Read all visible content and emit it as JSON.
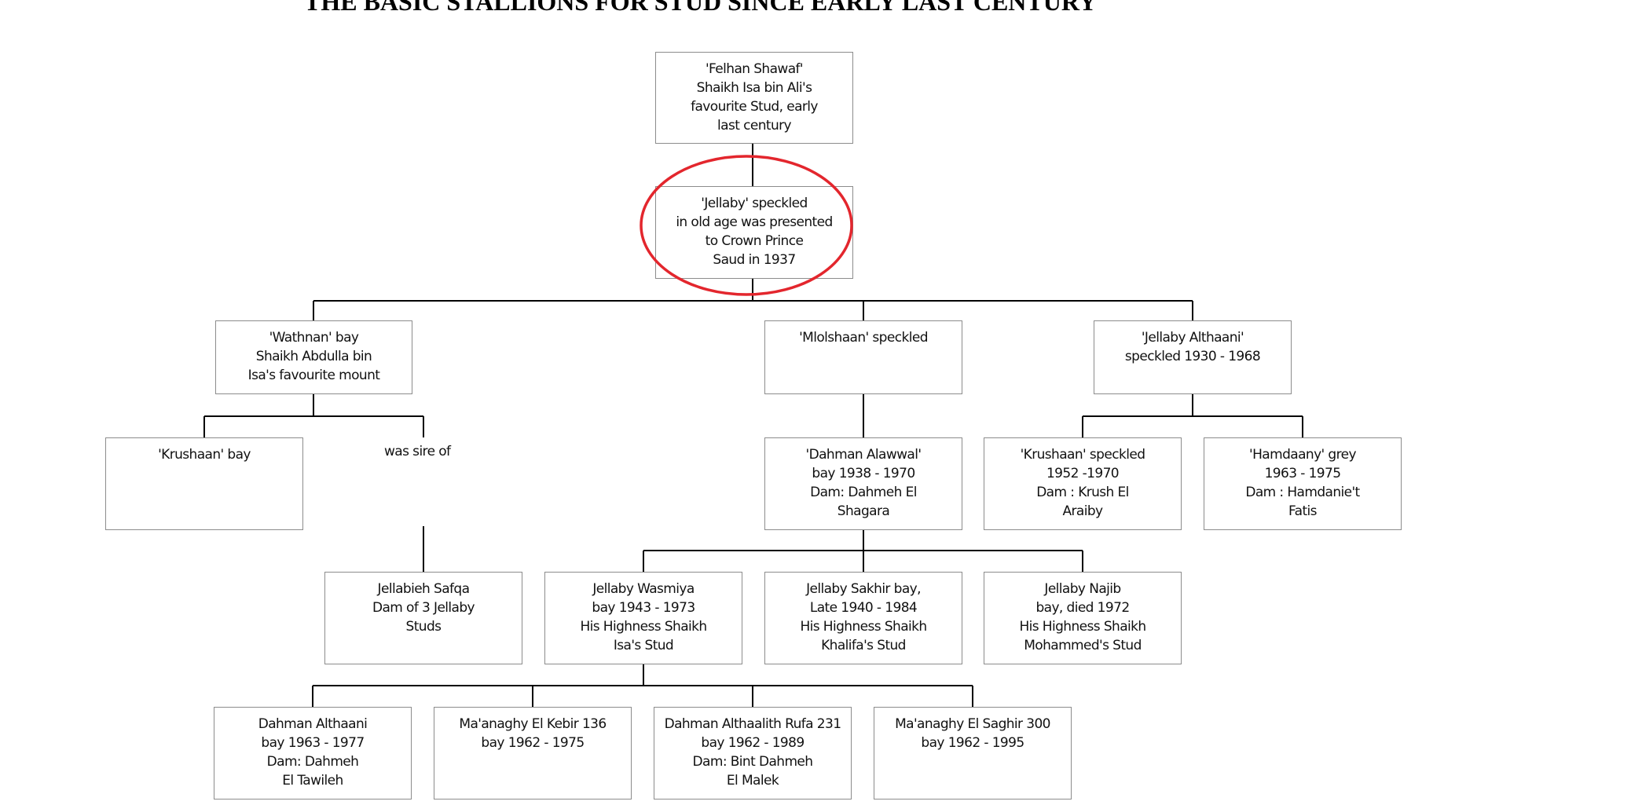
{
  "title": "THE BASIC STALLIONS FOR STUD SINCE EARLY LAST CENTURY",
  "nodes": {
    "felhan": [
      "'Felhan Shawaf'",
      "Shaikh Isa bin Ali's",
      "favourite Stud, early",
      "last century"
    ],
    "jellaby": [
      "'Jellaby' speckled",
      "in old age was presented",
      "to Crown Prince",
      "Saud in 1937"
    ],
    "wathnan": [
      "'Wathnan' bay",
      "Shaikh Abdulla bin",
      "Isa's favourite mount"
    ],
    "mlolshaan": [
      "'Mlolshaan' speckled"
    ],
    "jellaby_althaani": [
      "'Jellaby Althaani'",
      "speckled 1930 - 1968"
    ],
    "krushaan_bay": [
      "'Krushaan' bay"
    ],
    "dahman_alawwal": [
      "'Dahman Alawwal'",
      "bay 1938 - 1970",
      "Dam: Dahmeh El",
      "Shagara"
    ],
    "krushaan_speckled": [
      "'Krushaan' speckled",
      "1952 -1970",
      "Dam : Krush El",
      "Araiby"
    ],
    "hamdaany": [
      "'Hamdaany' grey",
      "1963 - 1975",
      "Dam : Hamdanie't",
      "Fatis"
    ],
    "jellabieh_safqa": [
      "Jellabieh Safqa",
      "Dam of 3 Jellaby",
      "Studs"
    ],
    "wasmiya": [
      "Jellaby Wasmiya",
      "bay 1943 - 1973",
      "His Highness Shaikh",
      "Isa's Stud"
    ],
    "sakhir": [
      "Jellaby Sakhir bay,",
      "Late 1940 - 1984",
      "His Highness Shaikh",
      "Khalifa's Stud"
    ],
    "najib": [
      "Jellaby Najib",
      "bay, died 1972",
      "His Highness Shaikh",
      "Mohammed's Stud"
    ],
    "dahman_althaani": [
      "Dahman Althaani",
      "bay 1963 - 1977",
      "Dam: Dahmeh",
      "El Tawileh"
    ],
    "kebir": [
      "Ma'anaghy El Kebir 136",
      "bay 1962 - 1975"
    ],
    "althaalith": [
      "Dahman Althaalith Rufa 231",
      "bay 1962 - 1989",
      "Dam: Bint Dahmeh",
      "El Malek"
    ],
    "saghir": [
      "Ma'anaghy El Saghir 300",
      "bay 1962 - 1995"
    ]
  },
  "was_sire_of": "was sire of",
  "colors": {
    "box_border": "#8c8c8c",
    "connector": "#000000",
    "highlight_ellipse": "#e3262d"
  }
}
